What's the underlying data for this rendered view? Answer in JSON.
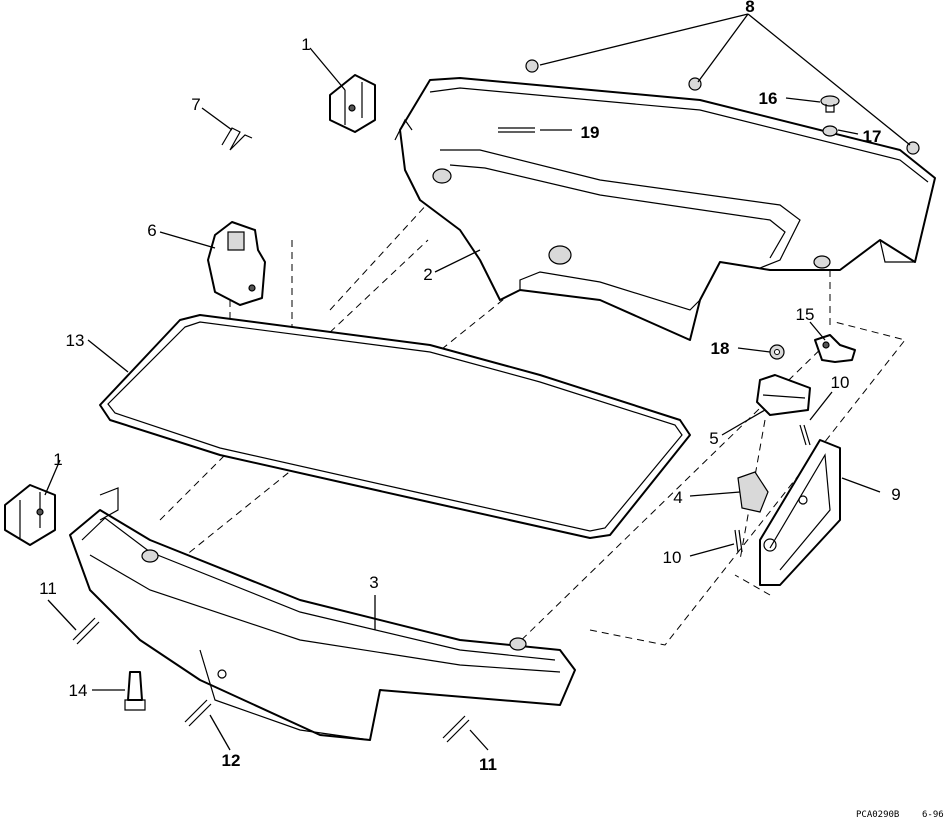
{
  "diagram": {
    "callouts": [
      {
        "id": "c1a",
        "text": "1"
      },
      {
        "id": "c7",
        "text": "7"
      },
      {
        "id": "c6",
        "text": "6"
      },
      {
        "id": "c13",
        "text": "13"
      },
      {
        "id": "c1b",
        "text": "1"
      },
      {
        "id": "c11a",
        "text": "11"
      },
      {
        "id": "c14",
        "text": "14"
      },
      {
        "id": "c12",
        "text": "12"
      },
      {
        "id": "c3",
        "text": "3"
      },
      {
        "id": "c11b",
        "text": "11"
      },
      {
        "id": "c2",
        "text": "2"
      },
      {
        "id": "c8",
        "text": "8"
      },
      {
        "id": "c16",
        "text": "16"
      },
      {
        "id": "c17",
        "text": "17"
      },
      {
        "id": "c19",
        "text": "19"
      },
      {
        "id": "c15",
        "text": "15"
      },
      {
        "id": "c18",
        "text": "18"
      },
      {
        "id": "c10a",
        "text": "10"
      },
      {
        "id": "c5",
        "text": "5"
      },
      {
        "id": "c9",
        "text": "9"
      },
      {
        "id": "c4",
        "text": "4"
      },
      {
        "id": "c10b",
        "text": "10"
      }
    ],
    "reference_code": "PCA0290B",
    "date_code": "6-96"
  }
}
